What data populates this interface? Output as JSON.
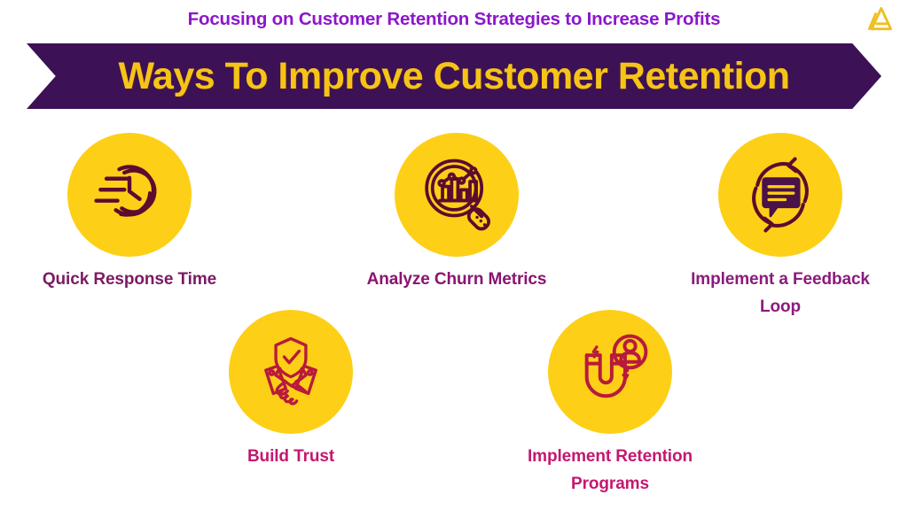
{
  "header": {
    "title": "Focusing on Customer Retention Strategies to Increase Profits",
    "logo_icon": "mountain-logo-icon",
    "title_color": "#8b17cc",
    "logo_color": "#f0c020"
  },
  "banner": {
    "title": "Ways To Improve Customer Retention",
    "background_color": "#3c1155",
    "text_color": "#f6c417",
    "shape": "ribbon-notched"
  },
  "theme": {
    "circle_fill": "#fdd017",
    "icon_stroke_row1": "#5e0b2e",
    "icon_stroke_row2": "#b81a3c",
    "page_background": "#ffffff"
  },
  "cards": [
    {
      "id": "quick-response-time",
      "label": "Quick Response Time",
      "icon": "speed-clock-icon",
      "label_color": "#7c1a63",
      "row": 1,
      "column": 1
    },
    {
      "id": "analyze-churn-metrics",
      "label": "Analyze Churn Metrics",
      "icon": "magnifier-bar-chart-icon",
      "label_color": "#8a1470",
      "row": 1,
      "column": 2
    },
    {
      "id": "implement-a-feedback-loop",
      "label": "Implement a Feedback Loop",
      "icon": "speech-bubble-loop-icon",
      "label_color": "#8b1b7d",
      "row": 1,
      "column": 3
    },
    {
      "id": "build-trust",
      "label": "Build Trust",
      "icon": "handshake-shield-icon",
      "label_color": "#c4186f",
      "row": 2,
      "column": 1
    },
    {
      "id": "implement-retention-programs",
      "label": "Implement Retention Programs",
      "icon": "magnet-person-icon",
      "label_color": "#c4186f",
      "row": 2,
      "column": 2
    }
  ]
}
